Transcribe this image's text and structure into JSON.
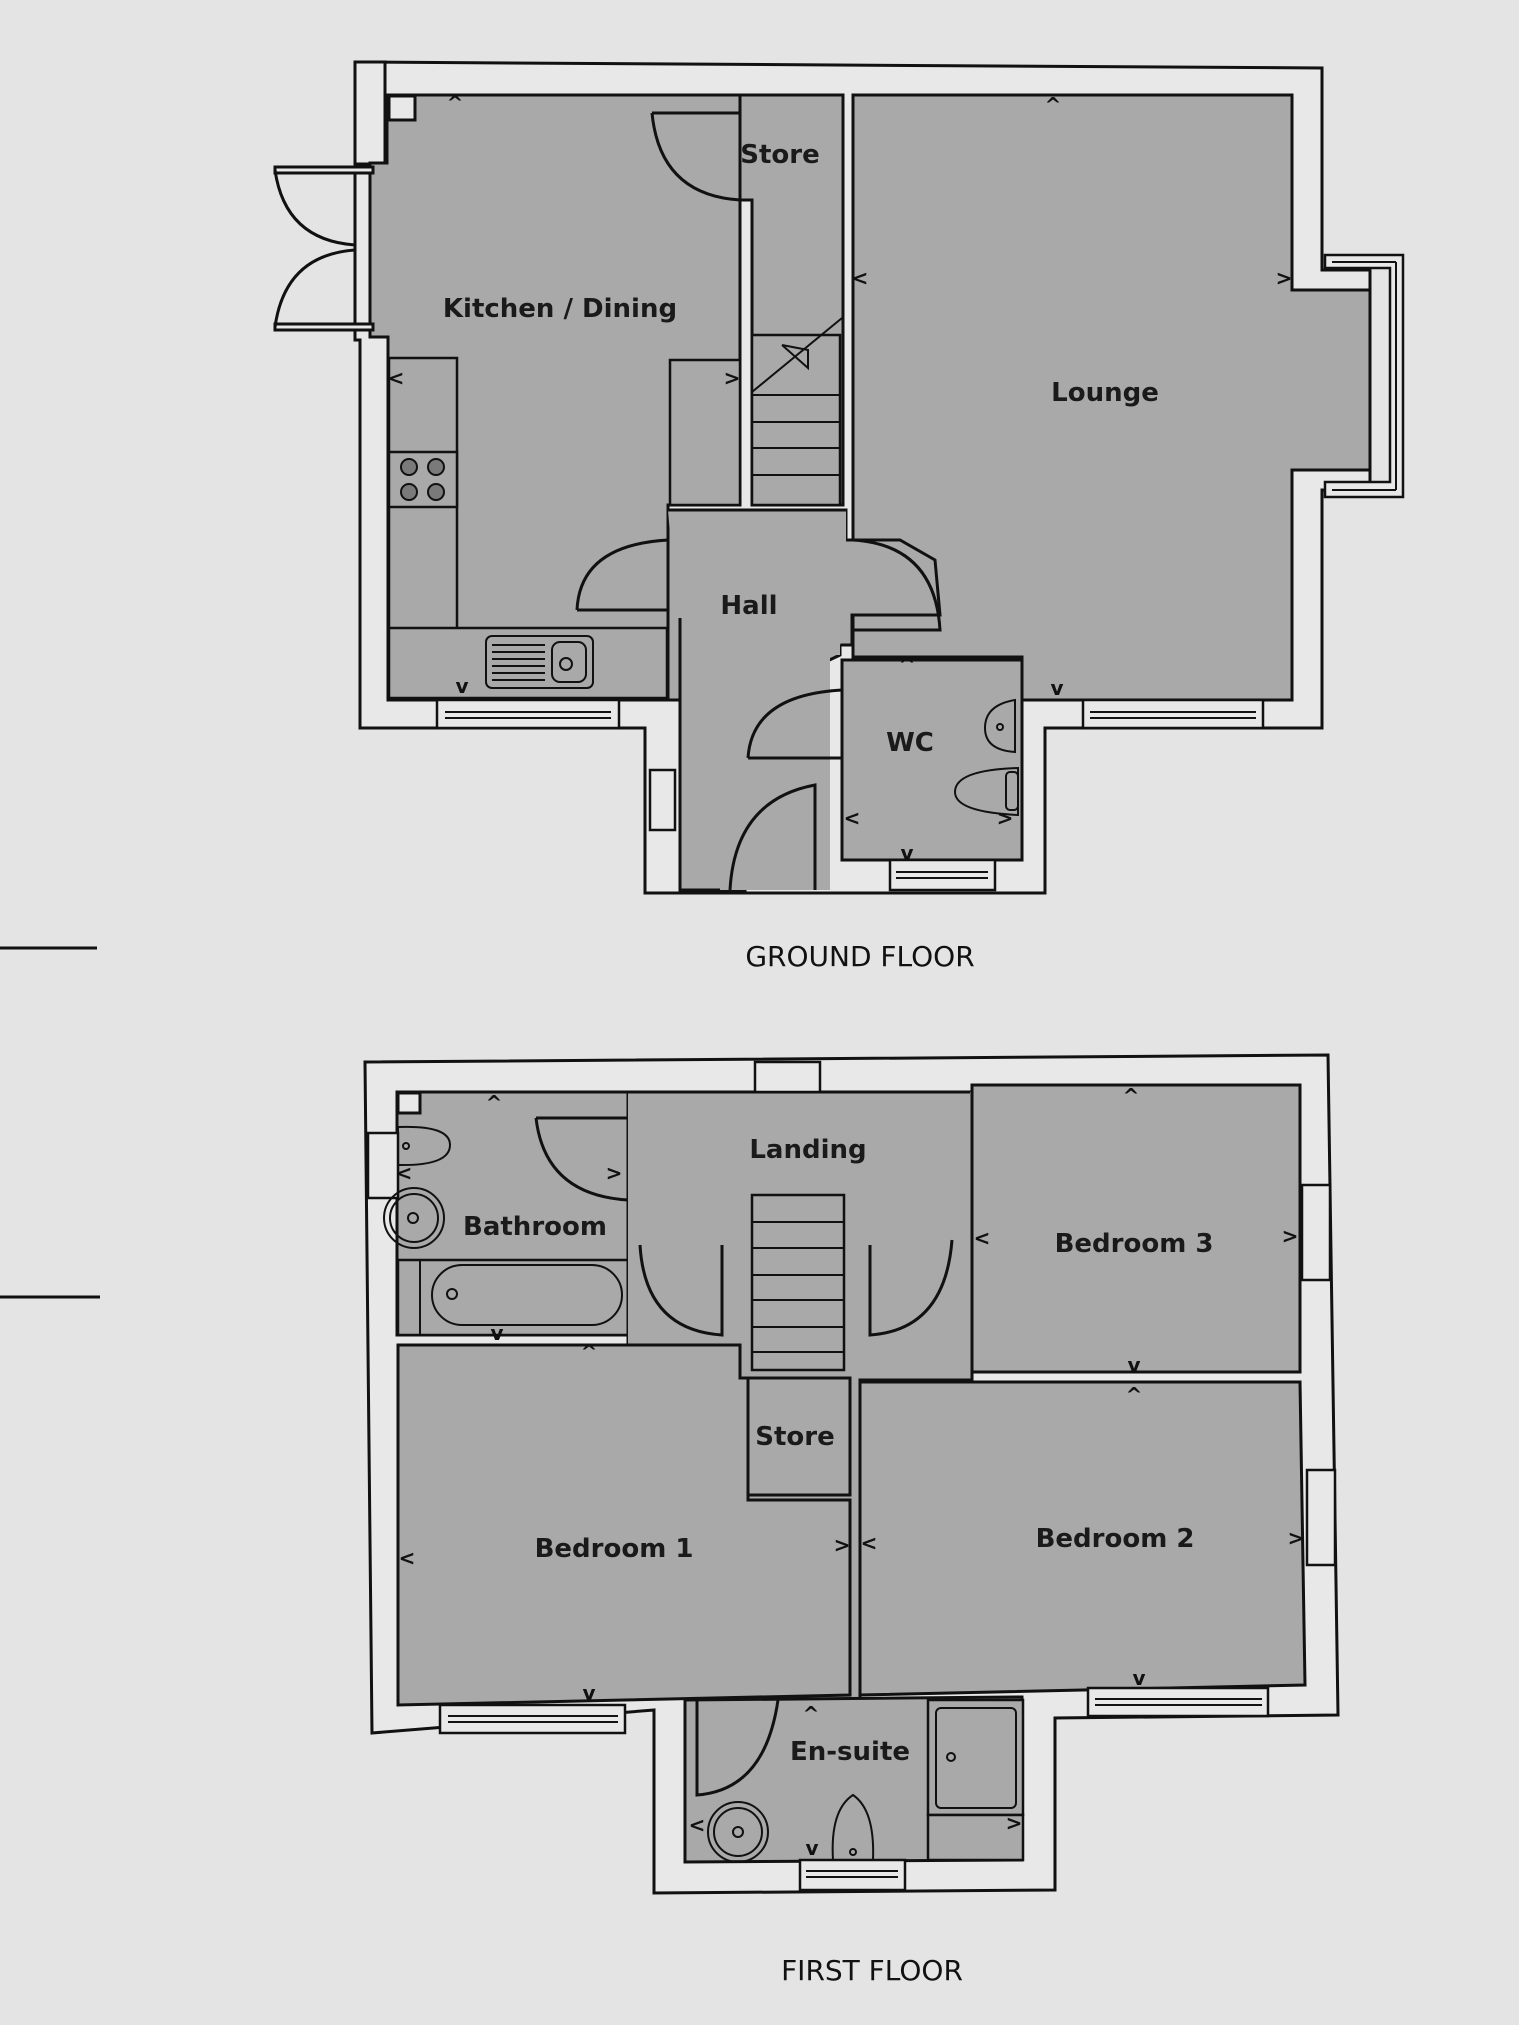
{
  "ground_floor": {
    "title": "GROUND FLOOR",
    "rooms": {
      "kitchen_dining": "Kitchen / Dining",
      "store": "Store",
      "lounge": "Lounge",
      "hall": "Hall",
      "wc": "WC"
    }
  },
  "first_floor": {
    "title": "FIRST FLOOR",
    "rooms": {
      "landing": "Landing",
      "bathroom": "Bathroom",
      "bedroom_3": "Bedroom 3",
      "store": "Store",
      "bedroom_1": "Bedroom 1",
      "bedroom_2": "Bedroom 2",
      "en_suite": "En-suite"
    }
  },
  "markers": {
    "up": "^",
    "down": "v",
    "left": "<",
    "right": ">"
  },
  "colors": {
    "background": "#e4e4e4",
    "room_fill": "#a9a9a9",
    "wall_fill": "#e8e8e8",
    "line": "#111111"
  }
}
